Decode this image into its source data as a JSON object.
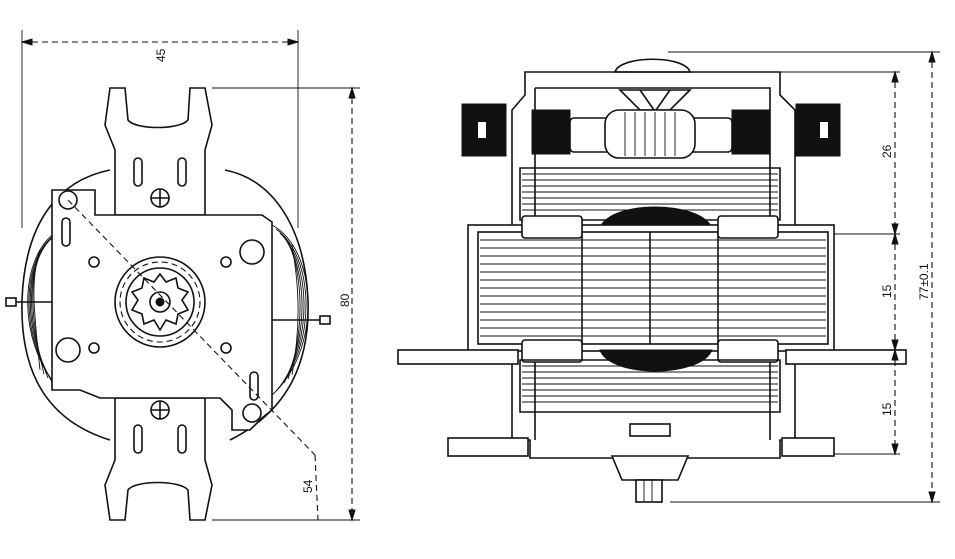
{
  "drawing": {
    "front_view": {
      "dimensions": {
        "width": "45",
        "height": "80",
        "diagonal": "54"
      }
    },
    "side_view": {
      "dimensions": {
        "upper": "26",
        "core": "15",
        "lower": "15",
        "overall": "77±0.1"
      }
    }
  }
}
